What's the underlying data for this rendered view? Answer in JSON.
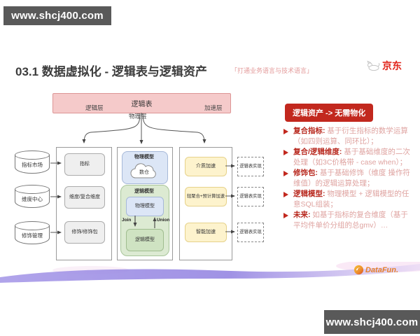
{
  "watermarks": {
    "top_left": "www.shcj400.com",
    "bottom_right": "www.shcj400.com"
  },
  "header": {
    "title": "03.1 数据虚拟化 - 逻辑表与逻辑资产",
    "subtitle": "「打通业务语言与技术语言」",
    "brand": "京东"
  },
  "diagram": {
    "top_bar": "逻辑表",
    "layer_labels": [
      "逻辑层",
      "物理层",
      "加速层"
    ],
    "sources": [
      "指标市场",
      "维度中心",
      "修饰管理"
    ],
    "logic_boxes": [
      "指标",
      "维度/复合维度",
      "修饰/修饰包"
    ],
    "physical": {
      "outer_title": "物理模型",
      "warehouse": "数仓",
      "logical_title": "逻辑模型",
      "inner_physical": "物理模型",
      "inner_logical": "逻辑模型",
      "join": "Join",
      "union": "Union"
    },
    "accel_boxes": [
      "介质加速",
      "轻聚合+预计算加速",
      "智能加速"
    ],
    "impl_boxes": [
      "逻辑表实现",
      "逻辑表实现",
      "逻辑表实现"
    ]
  },
  "panel": {
    "badge": "逻辑资产 -> 无需物化",
    "bullets": [
      {
        "term": "复合指标:",
        "desc": "基于衍生指标的数学运算（如四则运算、同环比）；"
      },
      {
        "term": "复合/逻辑维度:",
        "desc": "基于基础维度的二次处理（如3C价格带 - case when）；"
      },
      {
        "term": "修饰包:",
        "desc": "基于基础修饰（维度 操作符 维值）的逻辑运算处理；"
      },
      {
        "term": "逻辑模型:",
        "desc": "物理模型 + 逻辑模型的任意SQL组装；"
      },
      {
        "term": "未来:",
        "desc": "如基于指标的复合维度（基于平均件单价分组的总gmv）…"
      }
    ]
  },
  "footer": {
    "logo": "DataFun."
  },
  "colors": {
    "watermark_bg": "#595959",
    "badge_red": "#c2281e",
    "jd_red": "#e1251b",
    "bar_pink": "#f5caca",
    "blue_box": "#dce6f6",
    "green_box": "#dcead2",
    "yellow_box": "#fdf3cd",
    "desc_pink": "#dfa3a0",
    "datafun_orange": "#e6812c",
    "wave_purple": "#8f7fe0"
  },
  "icons": {
    "jd_dog": "dog-mascot-shape",
    "datafun_swirl": "orange-swirl-circle",
    "bullet": "red-triangle-arrow",
    "database": "cylinder-shape"
  }
}
